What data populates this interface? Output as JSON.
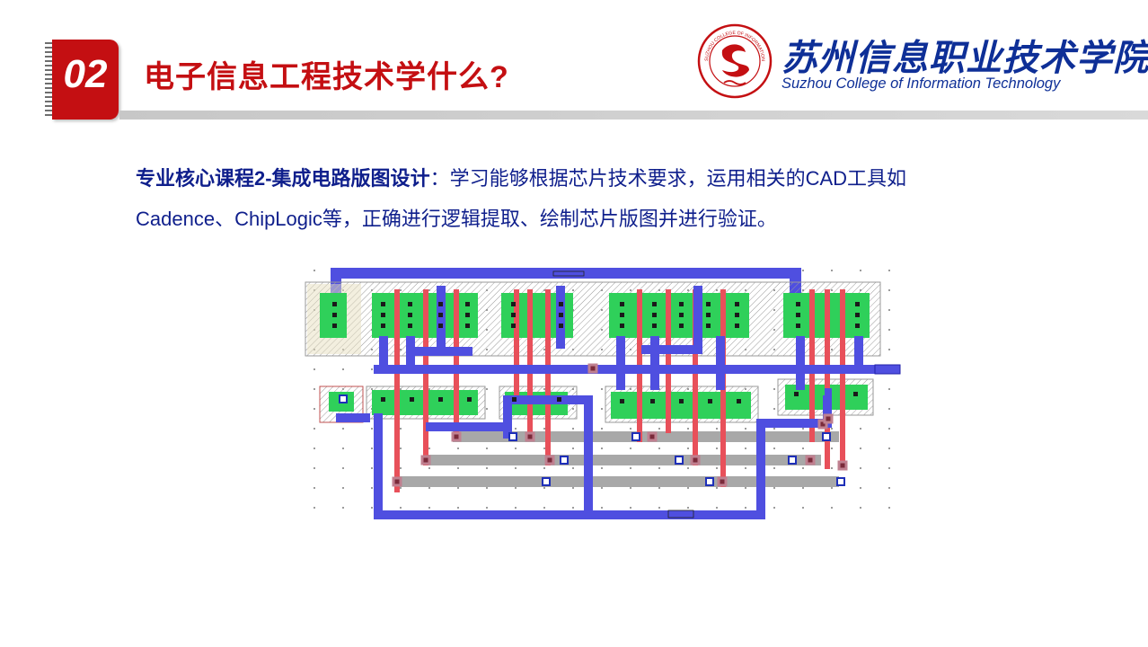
{
  "header": {
    "section_number": "02",
    "title": "电子信息工程技术学什么?"
  },
  "logo": {
    "school_name_cn": "苏州信息职业技术学院",
    "school_name_en": "Suzhou College of Information Technology",
    "seal_text": "SUZHOU COLLEGE OF INFORMATION TECHNOLOGY"
  },
  "content": {
    "course_title": "专业核心课程2-集成电路版图设计",
    "course_desc_line1": "：学习能够根据芯片技术要求，运用相关的CAD工具如",
    "course_desc_line2": "Cadence、ChipLogic等，正确进行逻辑提取、绘制芯片版图并进行验证。"
  },
  "colors": {
    "accent_red": "#c40f12",
    "text_blue": "#0f1f8c",
    "school_blue": "#0e2f97",
    "metal_blue": "#4f4fe0",
    "poly_red": "#e8505a",
    "diffusion_green": "#2fd05a",
    "header_bar_gray": "#cfcfcf"
  }
}
